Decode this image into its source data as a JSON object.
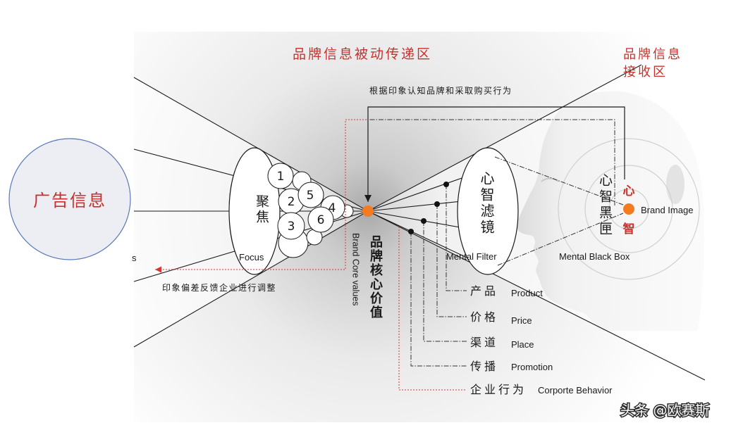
{
  "diagram": {
    "passive_zone_title": "品牌信息被动传递区",
    "receive_zone_title": [
      "品牌信息",
      "接收区"
    ],
    "purchase_feedback": "根据印象认知品牌和采取购买行为",
    "adjust_feedback": "印象偏差反馈企业进行调整",
    "ad_info": "广告信息",
    "cut_label": "s",
    "focus": {
      "zh": "聚焦",
      "en": "Focus"
    },
    "circle_numbers": [
      "1",
      "2",
      "5",
      "4",
      "3",
      "6"
    ],
    "core_value": {
      "zh": "品牌核心价值",
      "en": "Brand Core values"
    },
    "mental_filter": {
      "zh": "心智滤镜",
      "en": "Mental Filter"
    },
    "mental_black_box": {
      "zh": "心智黑匣",
      "en": "Mental Black Box",
      "heart": "心",
      "mind": "智",
      "brand_image": "Brand Image"
    },
    "touchpoints": [
      {
        "zh": "产品",
        "en": "Product"
      },
      {
        "zh": "价格",
        "en": "Price"
      },
      {
        "zh": "渠道",
        "en": "Place"
      },
      {
        "zh": "传播",
        "en": "Promotion"
      },
      {
        "zh": "企业行为",
        "en": "Corporte Behavior"
      }
    ]
  },
  "watermark": "头条 @欧赛斯",
  "colors": {
    "accent_red": "#c9302c",
    "focal_orange": "#f47b20",
    "ad_circle_border": "#5b79b9",
    "ad_circle_fill": "#eceef3",
    "ink": "#1a1a1a"
  }
}
